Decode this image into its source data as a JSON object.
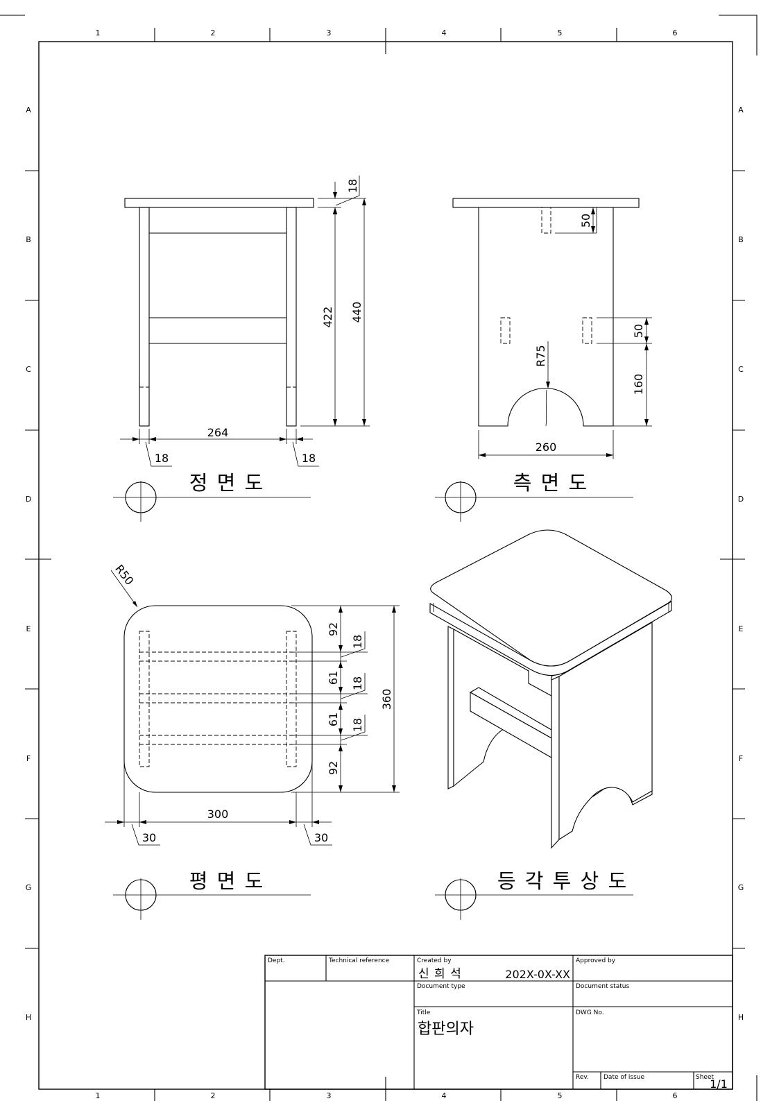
{
  "zones": {
    "columns": [
      "1",
      "2",
      "3",
      "4",
      "5",
      "6"
    ],
    "rows": [
      "A",
      "B",
      "C",
      "D",
      "E",
      "F",
      "G",
      "H"
    ]
  },
  "views": {
    "front": "정 면 도",
    "side": "측 면 도",
    "plan": "평 면 도",
    "iso": "등 각 투 상 도"
  },
  "dims": {
    "front": {
      "top_thickness": "18",
      "leg_height": "422",
      "total_height": "440",
      "inner_width": "264",
      "leg_left": "18",
      "leg_right": "18"
    },
    "side": {
      "top_slot": "50",
      "side_slot": "50",
      "arch_height": "160",
      "arch_radius": "R75",
      "width": "260"
    },
    "plan": {
      "corner_radius": "R50",
      "gap_1": "92",
      "rail_1": "18",
      "gap_2": "61",
      "rail_2": "18",
      "gap_3": "61",
      "rail_3": "18",
      "gap_4": "92",
      "depth": "360",
      "width": "300",
      "offset_left": "30",
      "offset_right": "30"
    }
  },
  "title_block": {
    "dept_label": "Dept.",
    "tech_ref_label": "Technical reference",
    "created_by_label": "Created by",
    "created_by": "신 희 석",
    "date": "202X-0X-XX",
    "approved_by_label": "Approved by",
    "doc_type_label": "Document type",
    "doc_status_label": "Document status",
    "title_label": "Title",
    "title": "합판의자",
    "dwg_no_label": "DWG No.",
    "rev_label": "Rev.",
    "date_of_issue_label": "Date of issue",
    "sheet_label": "Sheet",
    "sheet": "1/1"
  }
}
